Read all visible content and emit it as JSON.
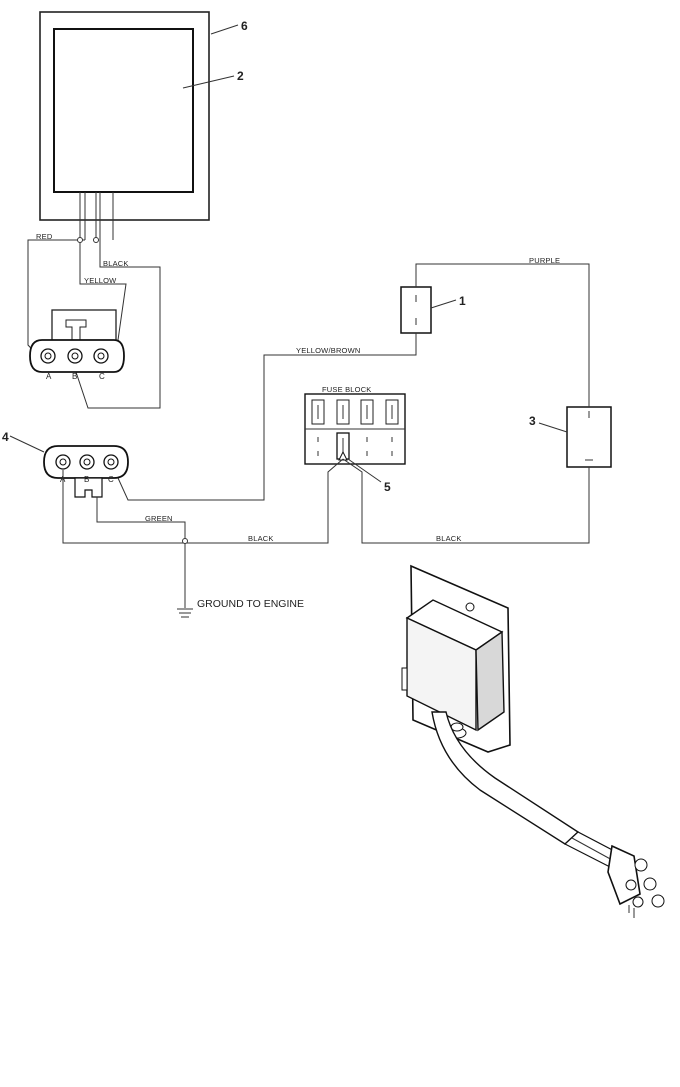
{
  "callouts": {
    "c1": "1",
    "c2": "2",
    "c3": "3",
    "c4": "4",
    "c5": "5",
    "c6": "6"
  },
  "wires": {
    "red": "RED",
    "black_top": "BLACK",
    "yellow": "YELLOW",
    "purple": "PURPLE",
    "yellow_brown": "YELLOW/BROWN",
    "green": "GREEN",
    "black_left": "BLACK",
    "black_right": "BLACK"
  },
  "labels": {
    "fuse_block": "FUSE BLOCK",
    "ground": "GROUND TO ENGINE"
  },
  "pins": {
    "top_a": "A",
    "top_b": "B",
    "top_c": "C",
    "bot_a": "A",
    "bot_b": "B",
    "bot_c": "C"
  }
}
